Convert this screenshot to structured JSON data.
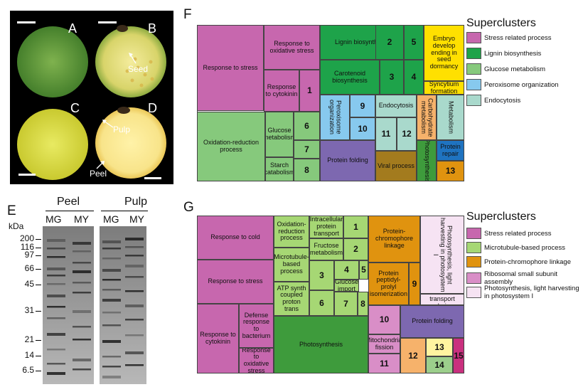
{
  "colors": {
    "stress": "#c767ae",
    "lignin": "#1ea34a",
    "glucose": "#86c97c",
    "peroxisome": "#87c9ee",
    "endocytosis": "#a9d9cc",
    "yellow": "#ffe000",
    "orange": "#f6b26b",
    "brown": "#a37b1e",
    "purple": "#7d68b0",
    "darkgreen": "#3e9b3c",
    "repair": "#1f73c0",
    "light_green_g": "#a6d774",
    "orange_g": "#e0930f",
    "pink_g": "#d98ec7",
    "pale_pink_g": "#f6e3f3",
    "magenta_g": "#c9307e",
    "yellow_g": "#fff4a0",
    "sage_g": "#9ccf8c",
    "photo_green": "#5e9e3e",
    "photo_yellow": "#ffe067"
  },
  "panels": {
    "A": "A",
    "B": "B",
    "C": "C",
    "D": "D",
    "E": "E",
    "F": "F",
    "G": "G"
  },
  "photo": {
    "seed": "Seed",
    "pulp": "Pulp",
    "peel": "Peel"
  },
  "gel": {
    "kda": "kDa",
    "group1": "Peel",
    "group2": "Pulp",
    "lanes": [
      "MG",
      "MY",
      "MG",
      "MY"
    ],
    "markers": [
      "200",
      "116",
      "97",
      "66",
      "45",
      "31",
      "21",
      "14",
      "6.5"
    ]
  },
  "treemap_f": {
    "cells": [
      {
        "label": "Response to stress",
        "color": "stress"
      },
      {
        "label": "Response to oxidative stress",
        "color": "stress"
      },
      {
        "label": "Response to cytokinin",
        "color": "stress"
      },
      {
        "label": "1",
        "color": "stress"
      },
      {
        "label": "Oxidation-reduction process",
        "color": "glucose"
      },
      {
        "label": "Glucose metabolism",
        "color": "glucose"
      },
      {
        "label": "6",
        "color": "glucose"
      },
      {
        "label": "7",
        "color": "glucose"
      },
      {
        "label": "Starch catabolism",
        "color": "glucose"
      },
      {
        "label": "8",
        "color": "glucose"
      },
      {
        "label": "Lignin biosynthesis",
        "color": "lignin"
      },
      {
        "label": "2",
        "color": "lignin"
      },
      {
        "label": "5",
        "color": "lignin"
      },
      {
        "label": "Carotenoid biosynthesis",
        "color": "lignin"
      },
      {
        "label": "3",
        "color": "lignin"
      },
      {
        "label": "4",
        "color": "lignin"
      },
      {
        "label": "Embryo develop ending in seed dormancy",
        "color": "yellow"
      },
      {
        "label": "Syncytium formation",
        "color": "yellow"
      },
      {
        "label": "Peroxisome organization",
        "color": "peroxisome"
      },
      {
        "label": "9",
        "color": "peroxisome"
      },
      {
        "label": "10",
        "color": "peroxisome"
      },
      {
        "label": "Endocytosis",
        "color": "endocytosis"
      },
      {
        "label": "11",
        "color": "endocytosis"
      },
      {
        "label": "12",
        "color": "endocytosis"
      },
      {
        "label": "Carbohydrate metabolism",
        "color": "orange"
      },
      {
        "label": "Metabolism",
        "color": "endocytosis"
      },
      {
        "label": "Protein folding",
        "color": "purple"
      },
      {
        "label": "Viral process",
        "color": "brown"
      },
      {
        "label": "Photosynthesis",
        "color": "darkgreen"
      },
      {
        "label": "Protein repair",
        "color": "repair"
      },
      {
        "label": "13",
        "color": "orange_g"
      }
    ],
    "legend_title": "Superclusters",
    "legend": [
      {
        "label": "Stress related process",
        "color": "stress"
      },
      {
        "label": "Lignin biosynthesis",
        "color": "lignin"
      },
      {
        "label": "Glucose metabolism",
        "color": "glucose"
      },
      {
        "label": "Peroxisome organization",
        "color": "peroxisome"
      },
      {
        "label": "Endocytosis",
        "color": "endocytosis"
      }
    ]
  },
  "treemap_g": {
    "cells": [
      {
        "label": "Response to cold",
        "color": "stress"
      },
      {
        "label": "Response to stress",
        "color": "stress"
      },
      {
        "label": "Response to cytokinin",
        "color": "stress"
      },
      {
        "label": "Defense response to bacterium",
        "color": "stress"
      },
      {
        "label": "Response to oxidative stress",
        "color": "stress"
      },
      {
        "label": "Oxidation-reduction process",
        "color": "light_green_g"
      },
      {
        "label": "Intracellular protein transport",
        "color": "light_green_g"
      },
      {
        "label": "1",
        "color": "light_green_g"
      },
      {
        "label": "Fructose metabolism",
        "color": "light_green_g"
      },
      {
        "label": "2",
        "color": "light_green_g"
      },
      {
        "label": "Microtubule-based process",
        "color": "light_green_g"
      },
      {
        "label": "3",
        "color": "light_green_g"
      },
      {
        "label": "4",
        "color": "light_green_g"
      },
      {
        "label": "5",
        "color": "light_green_g"
      },
      {
        "label": "Glucose import",
        "color": "light_green_g"
      },
      {
        "label": "ATP synth coupled proton trans",
        "color": "light_green_g"
      },
      {
        "label": "6",
        "color": "light_green_g"
      },
      {
        "label": "7",
        "color": "light_green_g"
      },
      {
        "label": "8",
        "color": "light_green_g"
      },
      {
        "label": "Photosynthesis",
        "color": "darkgreen"
      },
      {
        "label": "Protein-chromophore linkage",
        "color": "orange_g"
      },
      {
        "label": "Protein peptidyl-prolyl isomerization",
        "color": "orange_g"
      },
      {
        "label": "9",
        "color": "orange_g"
      },
      {
        "label": "Photosynthesis, light harvesting in photosystem I",
        "color": "pale_pink_g"
      },
      {
        "label": "Electron transport chain",
        "color": "pale_pink_g"
      },
      {
        "label": "10",
        "color": "pink_g"
      },
      {
        "label": "Mitochondrial fission",
        "color": "pink_g"
      },
      {
        "label": "11",
        "color": "pink_g"
      },
      {
        "label": "Protein folding",
        "color": "purple"
      },
      {
        "label": "12",
        "color": "orange"
      },
      {
        "label": "13",
        "color": "yellow_g"
      },
      {
        "label": "14",
        "color": "sage_g"
      },
      {
        "label": "15",
        "color": "magenta_g"
      }
    ],
    "legend_title": "Superclusters",
    "legend": [
      {
        "label": "Stress related process",
        "color": "stress"
      },
      {
        "label": "Microtubule-based process",
        "color": "light_green_g"
      },
      {
        "label": "Protein-chromophore linkage",
        "color": "orange_g"
      },
      {
        "label": "Ribosomal small subunit assembly",
        "color": "pink_g"
      },
      {
        "label": "Photosynthesis, light harvesting in photosystem I",
        "color": "pale_pink_g"
      }
    ]
  }
}
